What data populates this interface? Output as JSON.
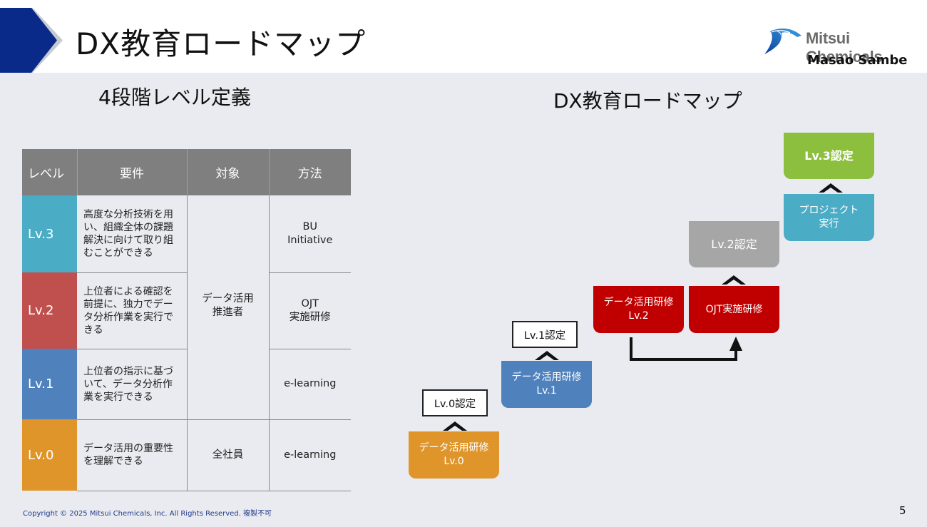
{
  "header": {
    "title": "DX教育ロードマップ",
    "company": "Mitsui Chemicals",
    "author": "Masao Sambe"
  },
  "left_section": {
    "title": "4段階レベル定義",
    "table": {
      "headers": [
        "レベル",
        "要件",
        "対象",
        "方法"
      ],
      "rows": [
        {
          "level": "Lv.3",
          "color": "#4bacc6",
          "requirement": "高度な分析技術を用い、組織全体の課題解決に向けて取り組むことができる",
          "method": "BU\nInitiative"
        },
        {
          "level": "Lv.2",
          "color": "#c0504d",
          "requirement": "上位者による確認を前提に、独力でデータ分析作業を実行できる",
          "method": "OJT\n実施研修"
        },
        {
          "level": "Lv.1",
          "color": "#4f81bd",
          "requirement": "上位者の指示に基づいて、データ分析作業を実行できる",
          "method": "e-learning"
        },
        {
          "level": "Lv.0",
          "color": "#e0952b",
          "requirement": "データ活用の重要性を理解できる",
          "target": "全社員",
          "method": "e-learning"
        }
      ],
      "merged_target_lv1_to_lv3": "データ活用\n推進者"
    }
  },
  "right_section": {
    "title": "DX教育ロードマップ",
    "steps": {
      "lv0_training": {
        "label": "データ活用研修\nLv.0",
        "color": "#e0952b"
      },
      "lv0_cert": {
        "label": "Lv.0認定"
      },
      "lv1_training": {
        "label": "データ活用研修\nLv.1",
        "color": "#4f81bd"
      },
      "lv1_cert": {
        "label": "Lv.1認定"
      },
      "lv2_training": {
        "label": "データ活用研修\nLv.2",
        "color": "#c00000"
      },
      "ojt_training": {
        "label": "OJT実施研修",
        "color": "#c00000"
      },
      "lv2_cert": {
        "label": "Lv.2認定",
        "color": "#a6a6a6"
      },
      "project": {
        "label": "プロジェクト\n実行",
        "color": "#4bacc6"
      },
      "lv3_cert": {
        "label": "Lv.3認定",
        "color": "#8dbf3f"
      }
    }
  },
  "footer": {
    "copyright": "Copyright © 2025 Mitsui Chemicals, Inc. All Rights Reserved. 複製不可",
    "page_number": "5"
  }
}
